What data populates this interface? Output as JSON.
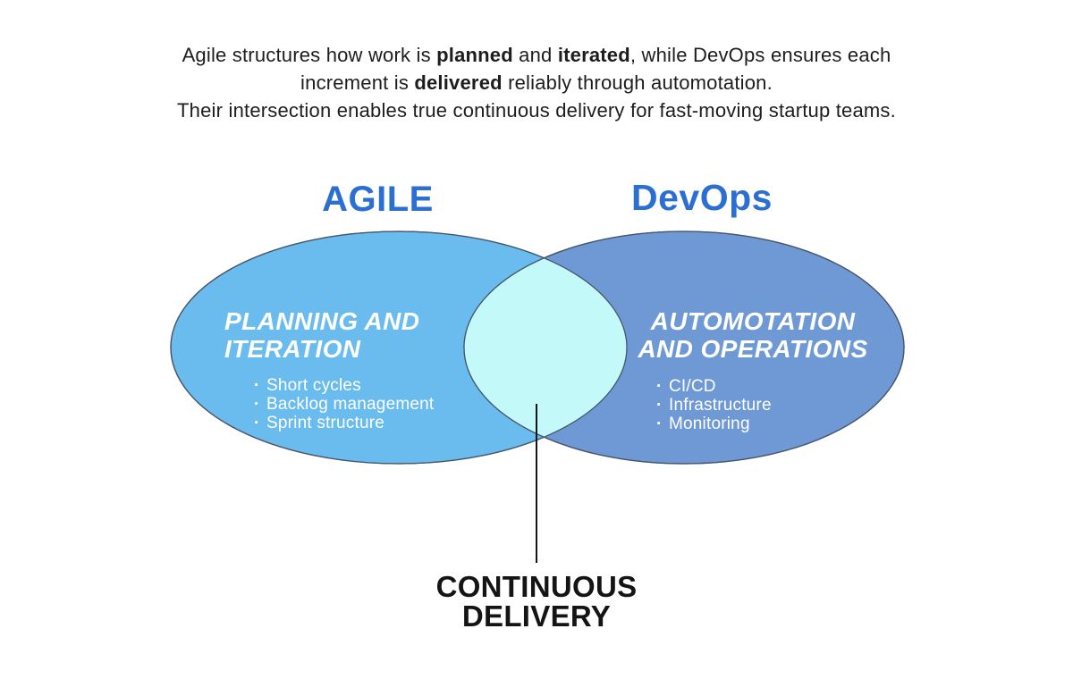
{
  "intro": {
    "l1a": "Agile structures how work is ",
    "l1b": "planned",
    "l1c": " and ",
    "l1d": "iterated",
    "l1e": ", while DevOps ensures each",
    "l2a": "increment is ",
    "l2b": "delivered",
    "l2c": " reliably through automotation.",
    "l3": "Their intersection enables true continuous delivery for fast-moving startup teams."
  },
  "venn": {
    "left": {
      "title": "AGILE",
      "heading_line1": "PLANNING AND",
      "heading_line2": "ITERATION",
      "bullets": [
        "Short cycles",
        "Backlog management",
        "Sprint structure"
      ],
      "fill": "#6bbcee"
    },
    "right": {
      "title": "DevOps",
      "heading_line1": "AUTOMOTATION",
      "heading_line2": "AND OPERATIONS",
      "bullets": [
        "CI/CD",
        "Infrastructure",
        "Monitoring"
      ],
      "fill": "#6f99d5"
    },
    "intersection": {
      "fill": "#c3f9f9",
      "label_line1": "CONTINUOUS",
      "label_line2": "DELIVERY"
    },
    "bullet_glyph": "·"
  },
  "colors": {
    "title_blue": "#2c6fd2",
    "ellipse_outline": "#47566b",
    "connector_line": "#151515",
    "heading_text": "#ffffff",
    "intro_text": "#1d1d1d",
    "label_text": "#141414",
    "background": "#ffffff"
  }
}
